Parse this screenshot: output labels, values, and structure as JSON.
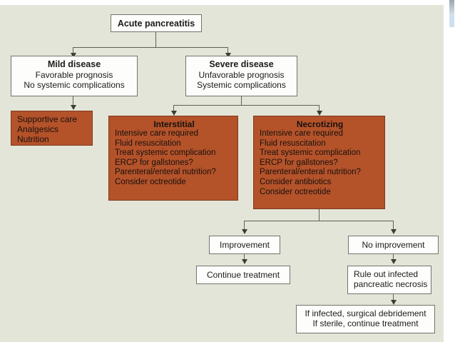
{
  "figure": {
    "kind": "clinical-flowchart",
    "subject": "Acute pancreatitis management",
    "colors": {
      "canvas_background": "#e4e5d9",
      "orange_box_fill": "#b4522a",
      "white_box_fill": "#fdfdfb",
      "connector_line": "#5f6157",
      "text": "#1b1b18"
    }
  },
  "nodes": {
    "root": {
      "title": "Acute pancreatitis"
    },
    "mild": {
      "title": "Mild disease",
      "lines": [
        "Favorable prognosis",
        "No systemic complications"
      ]
    },
    "severe": {
      "title": "Severe disease",
      "lines": [
        "Unfavorable prognosis",
        "Systemic complications"
      ]
    },
    "supportive": {
      "lines": [
        "Supportive care",
        "Analgesics",
        "Nutrition"
      ]
    },
    "interstitial": {
      "title": "Interstitial",
      "lines": [
        "Intensive care required",
        "Fluid resuscitation",
        "Treat systemic complication",
        "ERCP for gallstones?",
        "Parenteral/enteral nutrition?",
        "Consider octreotide"
      ]
    },
    "necrotizing": {
      "title": "Necrotizing",
      "lines": [
        "Intensive care required",
        "Fluid resuscitation",
        "Treat systemic complication",
        "ERCP for gallstones?",
        "Parenteral/enteral nutrition?",
        "Consider antibiotics",
        "Consider octreotide"
      ]
    },
    "improvement": {
      "title": "Improvement"
    },
    "no_improvement": {
      "title": "No improvement"
    },
    "continue_treatment": {
      "title": "Continue treatment"
    },
    "rule_out": {
      "lines": [
        "Rule out infected",
        "pancreatic necrosis"
      ]
    },
    "outcome": {
      "lines": [
        "If infected, surgical debridement",
        "If sterile, continue treatment"
      ]
    }
  }
}
